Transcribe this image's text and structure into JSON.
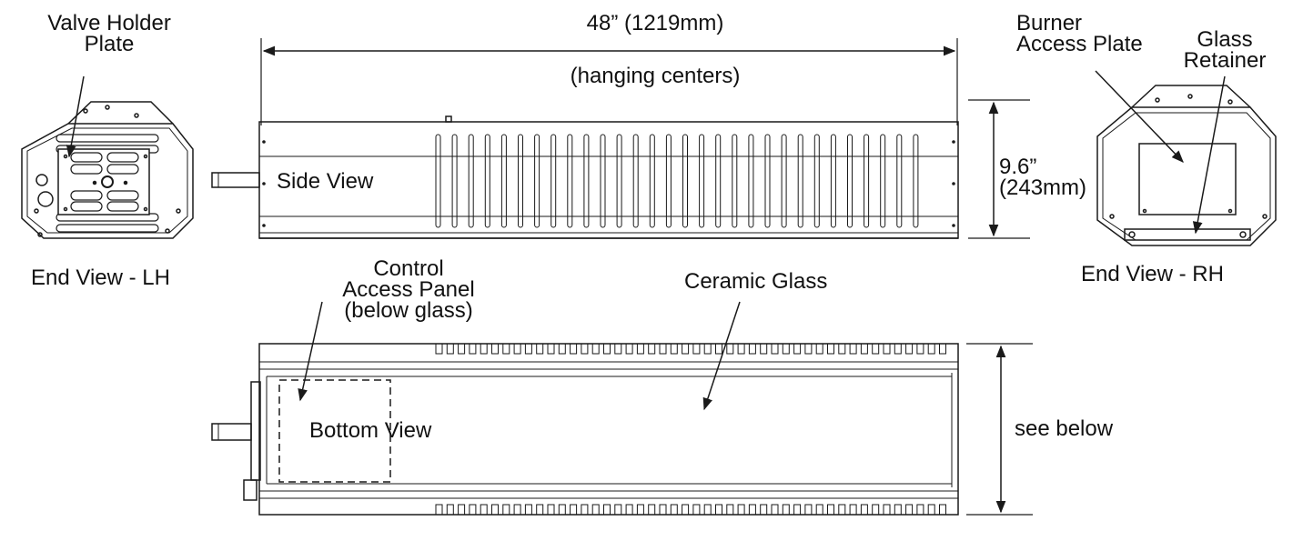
{
  "labels": {
    "valve_holder_plate": "Valve Holder Plate",
    "valve_holder_line1": "Valve Holder",
    "valve_holder_line2": "Plate",
    "length_dim": "48” (1219mm)",
    "hanging_centers": "(hanging centers)",
    "burner_line1": "Burner",
    "burner_line2": "Access Plate",
    "glass_line1": "Glass",
    "glass_line2": "Retainer",
    "height_line1": "9.6”",
    "height_line2": "(243mm)",
    "side_view": "Side View",
    "end_view_lh": "End View - LH",
    "end_view_rh": "End View - RH",
    "control_line1": "Control",
    "control_line2": "Access Panel",
    "control_line3": "(below glass)",
    "ceramic_glass": "Ceramic Glass",
    "bottom_view": "Bottom View",
    "see_below": "see below"
  },
  "colors": {
    "line": "#1a1a1a",
    "text": "#111111",
    "background": "#ffffff"
  }
}
